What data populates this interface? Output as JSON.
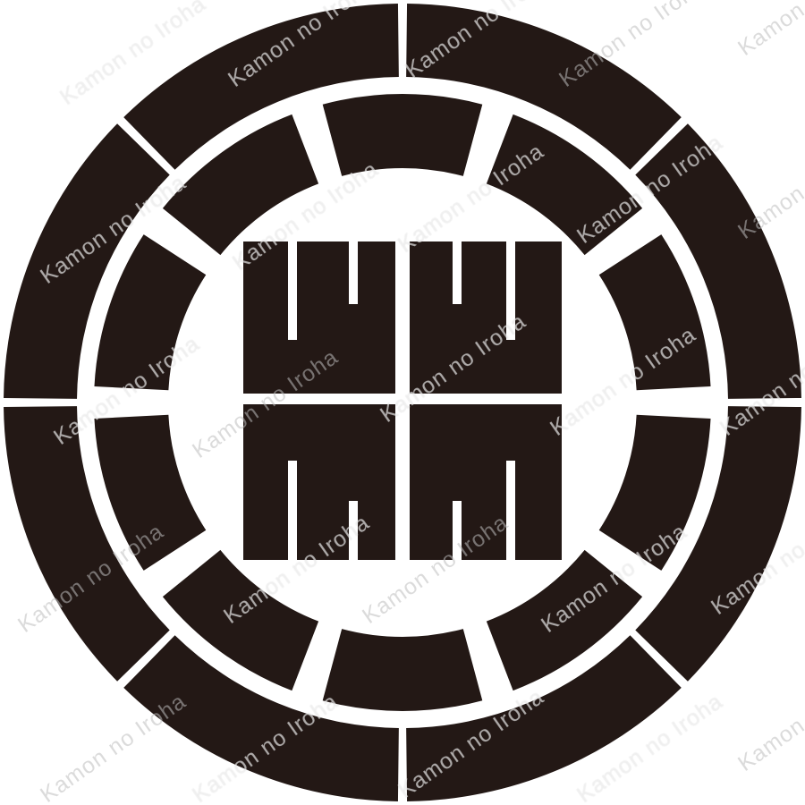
{
  "watermark": {
    "text": "Kamon no Iroha"
  },
  "crest": {
    "fill_color": "#231815",
    "ground_color": "#ffffff",
    "outer_ring_segments": 8,
    "inner_ring_blocks": 10,
    "center_motif": "stacked-character-grid-icon"
  }
}
